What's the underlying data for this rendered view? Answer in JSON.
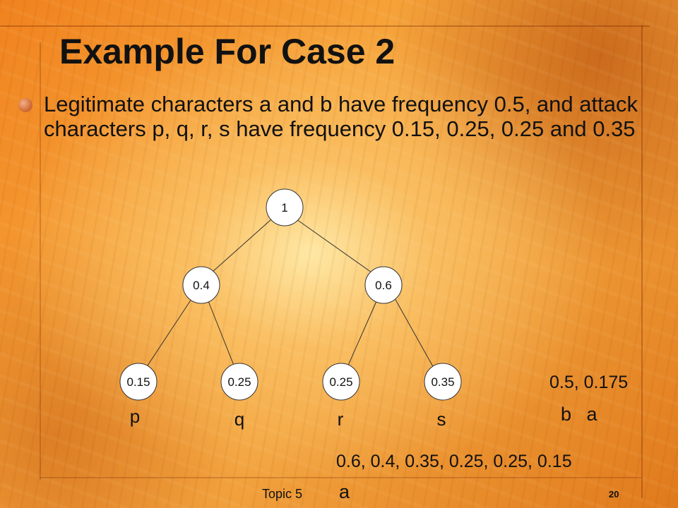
{
  "slide": {
    "title": "Example For Case 2",
    "bullet": "Legitimate characters a and b have frequency 0.5, and attack characters p, q, r, s have frequency 0.15, 0.25, 0.25 and 0.35",
    "tree": {
      "root": "1",
      "internal": [
        "0.4",
        "0.6"
      ],
      "leaves": [
        {
          "value": "0.15",
          "letter": "p"
        },
        {
          "value": "0.25",
          "letter": "q"
        },
        {
          "value": "0.25",
          "letter": "r"
        },
        {
          "value": "0.35",
          "letter": "s"
        }
      ]
    },
    "right_pair": "0.5, 0.175",
    "right_letters": "b a",
    "bottom_sequence": "0.6, 0.4, 0.35, 0.25, 0.25, 0.15",
    "bottom_letter": "a",
    "footer": "Topic 5",
    "slide_number": "20"
  }
}
